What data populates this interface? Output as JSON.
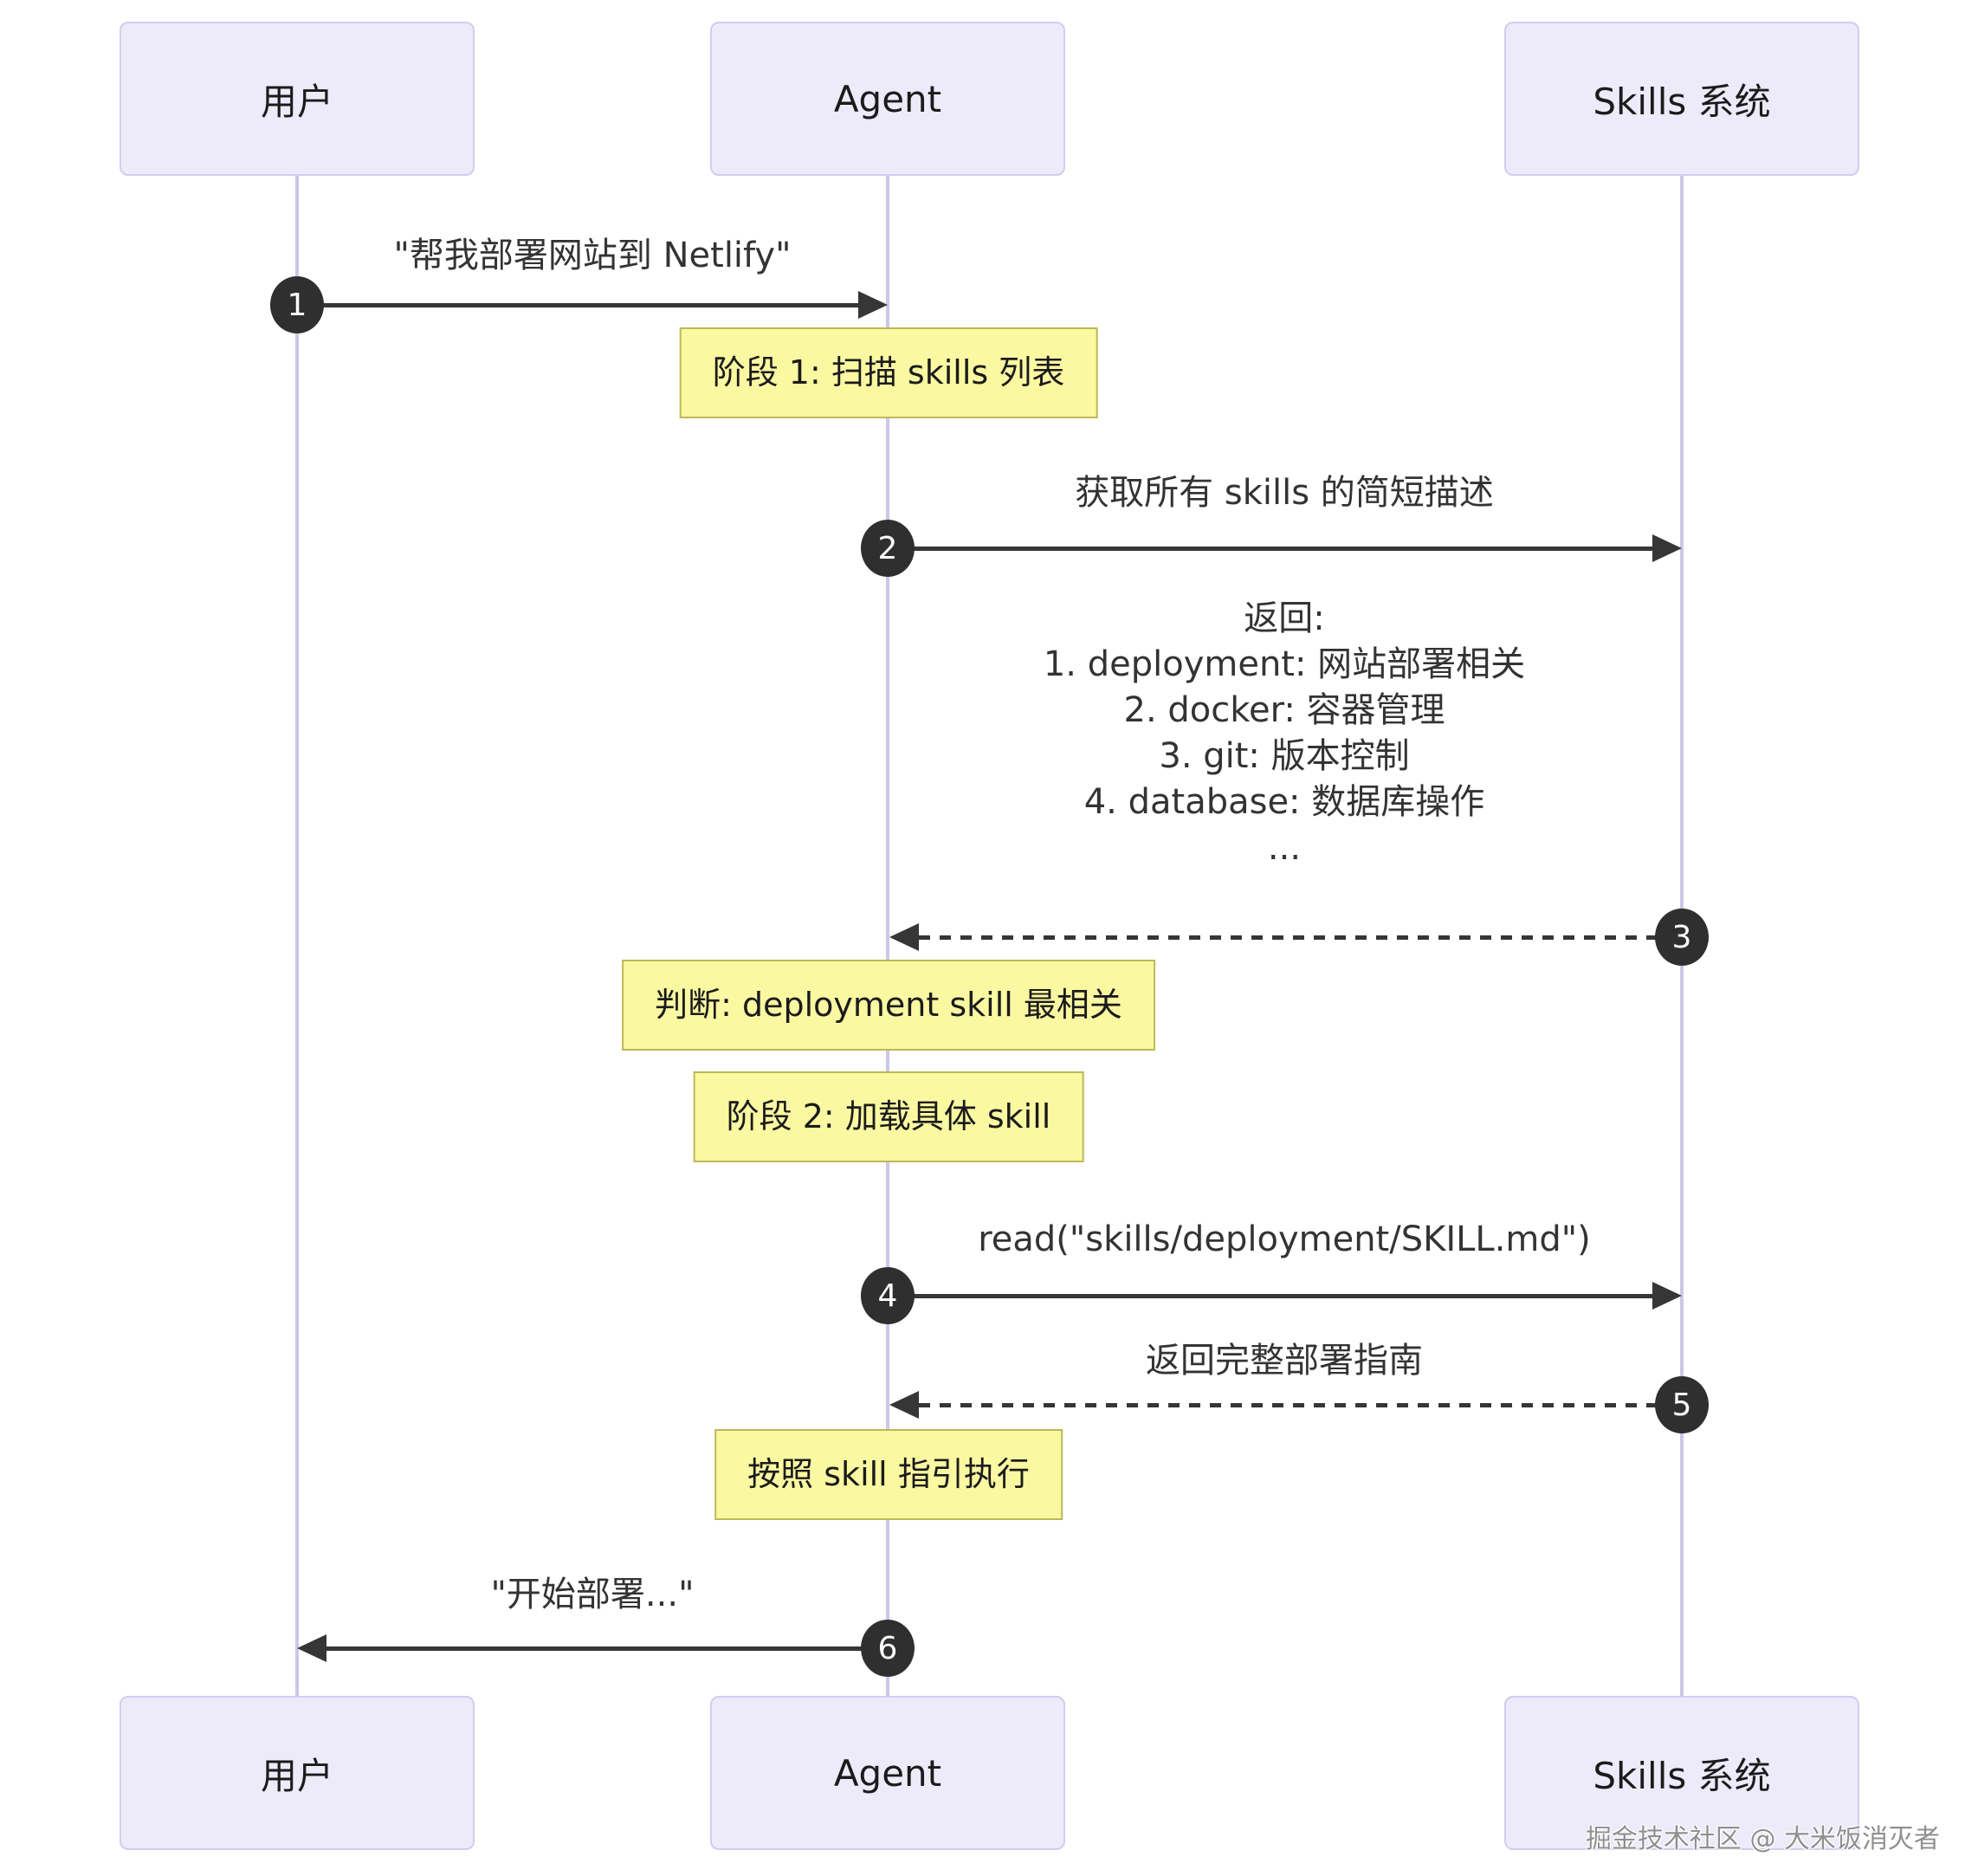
{
  "diagram": {
    "actors": [
      {
        "id": "user",
        "label": "用户"
      },
      {
        "id": "agent",
        "label": "Agent"
      },
      {
        "id": "skills",
        "label": "Skills 系统"
      }
    ],
    "messages": [
      {
        "num": "1",
        "from": "user",
        "to": "agent",
        "type": "solid",
        "label": "\"帮我部署网站到 Netlify\""
      },
      {
        "num": "2",
        "from": "agent",
        "to": "skills",
        "type": "solid",
        "label": "获取所有 skills 的简短描述"
      },
      {
        "num": "3",
        "from": "skills",
        "to": "agent",
        "type": "dashed",
        "lines": [
          "返回:",
          "1. deployment: 网站部署相关",
          "2. docker: 容器管理",
          "3. git: 版本控制",
          "4. database: 数据库操作",
          "..."
        ]
      },
      {
        "num": "4",
        "from": "agent",
        "to": "skills",
        "type": "solid",
        "label": "read(\"skills/deployment/SKILL.md\")"
      },
      {
        "num": "5",
        "from": "skills",
        "to": "agent",
        "type": "dashed",
        "label": "返回完整部署指南"
      },
      {
        "num": "6",
        "from": "agent",
        "to": "user",
        "type": "solid",
        "label": "\"开始部署...\""
      }
    ],
    "notes": [
      {
        "over": "agent",
        "label": "阶段 1: 扫描 skills 列表"
      },
      {
        "over": "agent",
        "label": "判断: deployment skill 最相关"
      },
      {
        "over": "agent",
        "label": "阶段 2: 加载具体 skill"
      },
      {
        "over": "agent",
        "label": "按照 skill 指引执行"
      }
    ],
    "watermark": "掘金技术社区 @ 大米饭消灭者",
    "colors": {
      "actor_fill": "#EDEBFA",
      "actor_border": "#D1CDF0",
      "lifeline": "#CBC7E8",
      "note_fill": "#FBF8A2",
      "note_border": "#BCB959",
      "arrow": "#363636",
      "number_fill": "#2F2F2F",
      "number_text": "#FFFFFF"
    }
  }
}
